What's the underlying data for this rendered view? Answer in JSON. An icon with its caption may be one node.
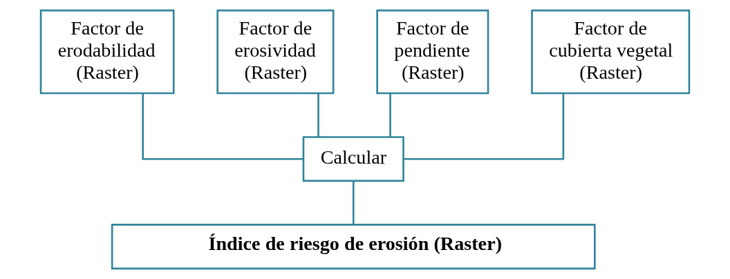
{
  "diagram": {
    "nodes": [
      {
        "text": [
          "Factor de erodabilidad (Raster)"
        ]
      },
      {
        "text": [
          "Factor de erosividad (Raster)"
        ]
      },
      {
        "text": [
          "Factor de pendiente (Raster)"
        ]
      },
      {
        "text": [
          "Factor de cubierta vegetal (Raster)"
        ]
      },
      {
        "text": [
          "Calcular"
        ]
      },
      {
        "text": [
          "Índice de riesgo de erosión (Raster)"
        ]
      }
    ],
    "edges": [
      {
        "from": 0,
        "to": 4,
        "arrow": "none"
      },
      {
        "from": 1,
        "to": 4,
        "arrow": "none"
      },
      {
        "from": 2,
        "to": 4,
        "arrow": "none"
      },
      {
        "from": 3,
        "to": 4,
        "arrow": "none"
      },
      {
        "from": 4,
        "to": 5,
        "arrow": "none"
      }
    ]
  }
}
